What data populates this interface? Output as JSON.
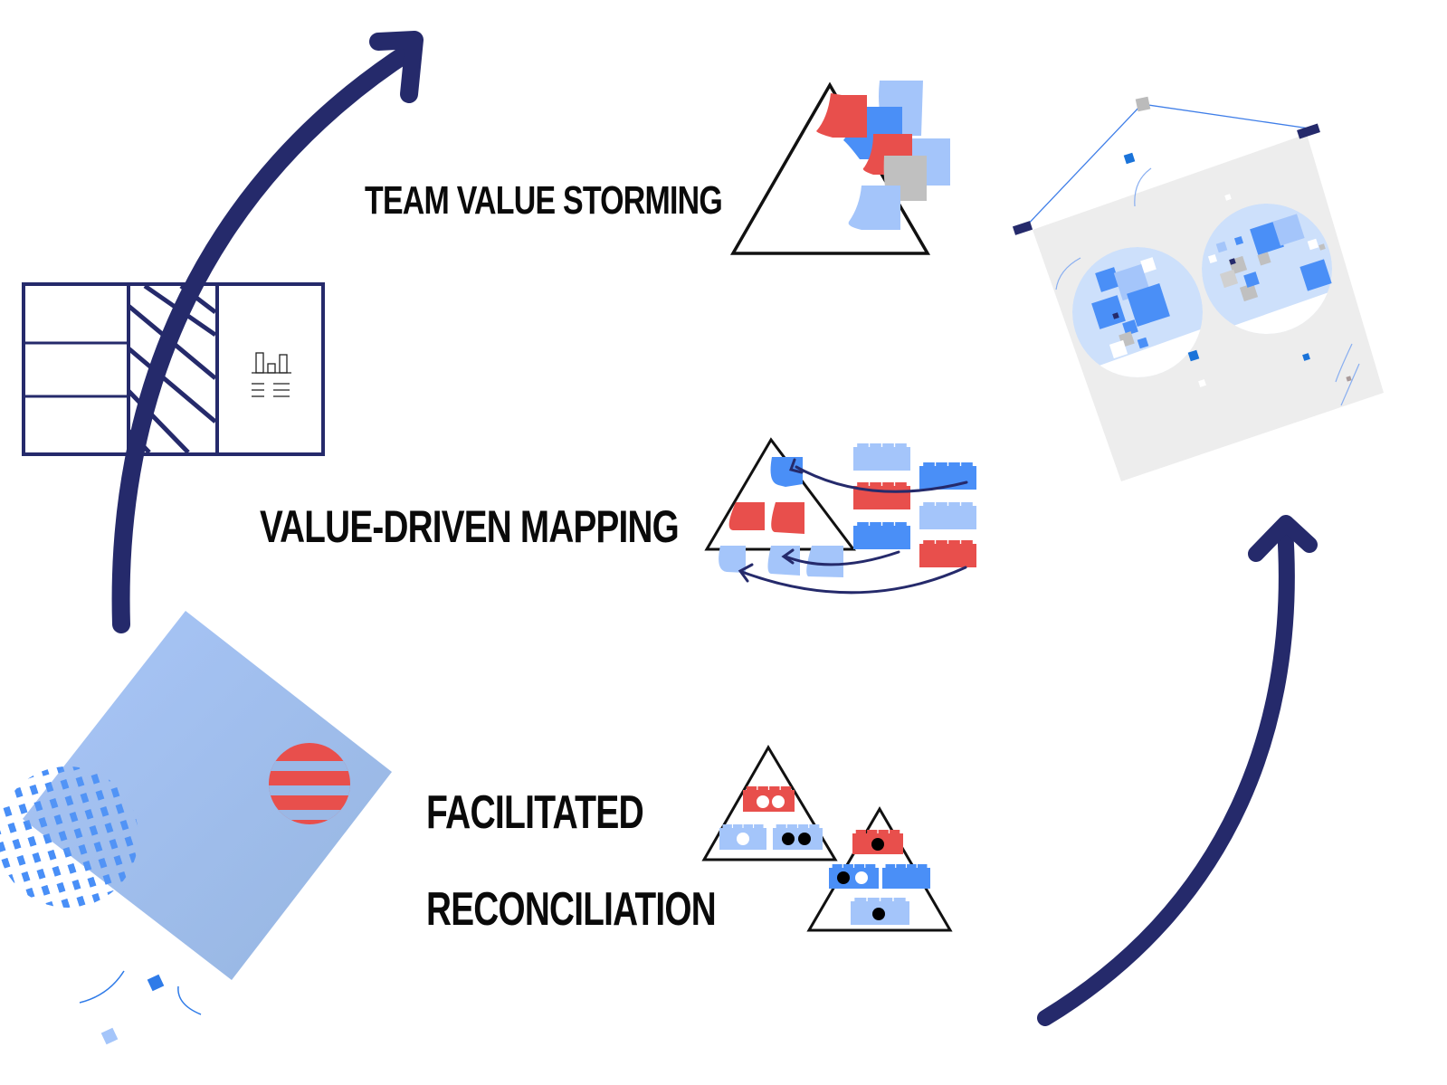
{
  "diagram": {
    "type": "process-cycle",
    "steps": [
      {
        "id": "team-value-storming",
        "label": "TEAM VALUE STORMING",
        "icon": "pyramid-with-sticky-notes-icon"
      },
      {
        "id": "value-driven-mapping",
        "label": "VALUE-DRIVEN MAPPING",
        "icon": "pyramid-mapping-bricks-icon"
      },
      {
        "id": "facilitated-reconciliation",
        "label_lines": [
          "FACILITATED",
          "RECONCILIATION"
        ],
        "icon": "two-pyramids-bricks-icon"
      }
    ],
    "decorations": [
      "matrix-board-icon",
      "bar-chart-icon",
      "hanging-poster-icon",
      "tilted-blue-square-icon",
      "striped-circle-icon",
      "dotted-circle-icon"
    ],
    "arrows": [
      "cycle-arrow-left-up",
      "cycle-arrow-right-up"
    ]
  },
  "colors": {
    "navy": "#252a6b",
    "red": "#e84f4c",
    "blue": "#4a8ff7",
    "light_blue": "#a4c5fa",
    "grey": "#c0c0c0",
    "poster_bg": "#ededed",
    "black": "#111111"
  }
}
